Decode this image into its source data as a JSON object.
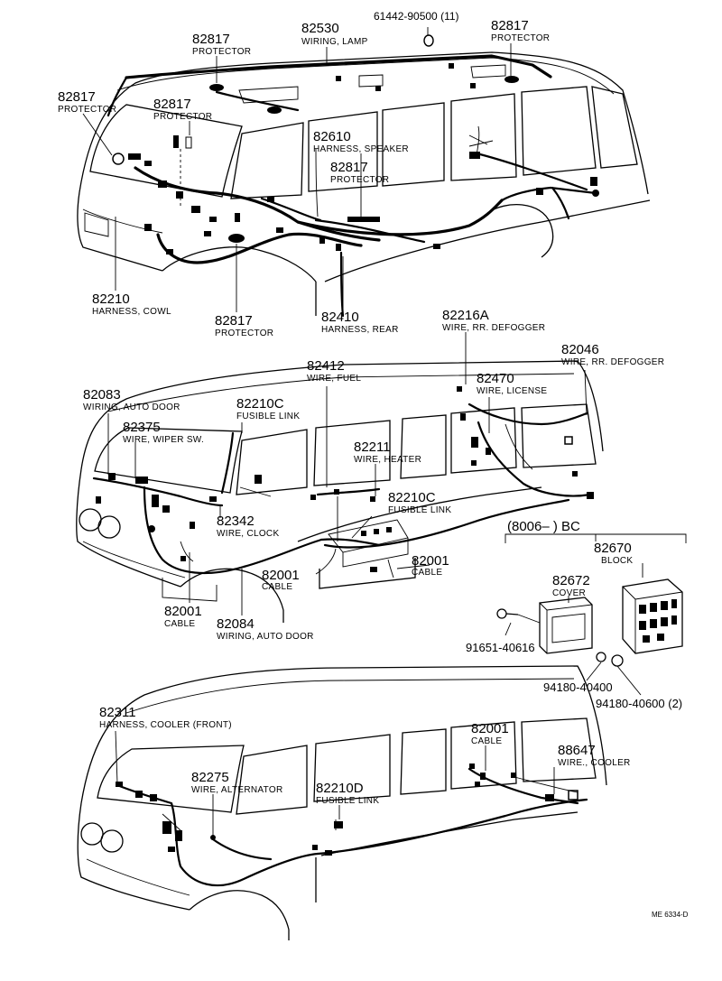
{
  "labels": [
    {
      "key": "a1",
      "part": "82817",
      "desc": "PROTECTOR"
    },
    {
      "key": "a2",
      "part": "82530",
      "desc": "WIRING, LAMP"
    },
    {
      "key": "a3",
      "part": "61442-90500 (11)",
      "desc": ""
    },
    {
      "key": "a4",
      "part": "82817",
      "desc": "PROTECTOR"
    },
    {
      "key": "a5",
      "part": "82817",
      "desc": "PROTECTOR"
    },
    {
      "key": "a6",
      "part": "82817",
      "desc": "PROTECTOR"
    },
    {
      "key": "a7",
      "part": "82610",
      "desc": "HARNESS, SPEAKER"
    },
    {
      "key": "a8",
      "part": "82817",
      "desc": "PROTECTOR"
    },
    {
      "key": "a9",
      "part": "82210",
      "desc": "HARNESS, COWL"
    },
    {
      "key": "a10",
      "part": "82817",
      "desc": "PROTECTOR"
    },
    {
      "key": "a11",
      "part": "82410",
      "desc": "HARNESS, REAR"
    },
    {
      "key": "b1",
      "part": "82216A",
      "desc": "WIRE, RR. DEFOGGER"
    },
    {
      "key": "b2",
      "part": "82412",
      "desc": "WIRE, FUEL"
    },
    {
      "key": "b3",
      "part": "82046",
      "desc": "WIRE, RR. DEFOGGER"
    },
    {
      "key": "b4",
      "part": "82470",
      "desc": "WIRE, LICENSE"
    },
    {
      "key": "b5",
      "part": "82083",
      "desc": "WIRING, AUTO DOOR"
    },
    {
      "key": "b6",
      "part": "82210C",
      "desc": "FUSIBLE LINK"
    },
    {
      "key": "b7",
      "part": "82375",
      "desc": "WIRE, WIPER SW."
    },
    {
      "key": "b8",
      "part": "82211",
      "desc": "WIRE, HEATER"
    },
    {
      "key": "b9",
      "part": "82210C",
      "desc": "FUSIBLE LINK"
    },
    {
      "key": "b10",
      "part": "82342",
      "desc": "WIRE, CLOCK"
    },
    {
      "key": "b11",
      "part": "82001",
      "desc": "CABLE"
    },
    {
      "key": "b12",
      "part": "82001",
      "desc": "CABLE"
    },
    {
      "key": "b13",
      "part": "82001",
      "desc": "CABLE"
    },
    {
      "key": "b14",
      "part": "82084",
      "desc": "WIRING, AUTO DOOR"
    },
    {
      "key": "c1",
      "part": "82670",
      "desc": "BLOCK"
    },
    {
      "key": "c2",
      "part": "82672",
      "desc": "COVER"
    },
    {
      "key": "c3",
      "part": "91651-40616",
      "desc": ""
    },
    {
      "key": "c4",
      "part": "94180-40400",
      "desc": ""
    },
    {
      "key": "c5",
      "part": "94180-40600 (2)",
      "desc": ""
    },
    {
      "key": "d1",
      "part": "82311",
      "desc": "HARNESS, COOLER (FRONT)"
    },
    {
      "key": "d2",
      "part": "82001",
      "desc": "CABLE"
    },
    {
      "key": "d3",
      "part": "82275",
      "desc": "WIRE, ALTERNATOR"
    },
    {
      "key": "d4",
      "part": "82210D",
      "desc": "FUSIBLE LINK"
    },
    {
      "key": "d5",
      "part": "88647",
      "desc": "WIRE., COOLER"
    }
  ],
  "bracket_label": "(8006–       ) BC",
  "reference_code": "ME 6334-D"
}
